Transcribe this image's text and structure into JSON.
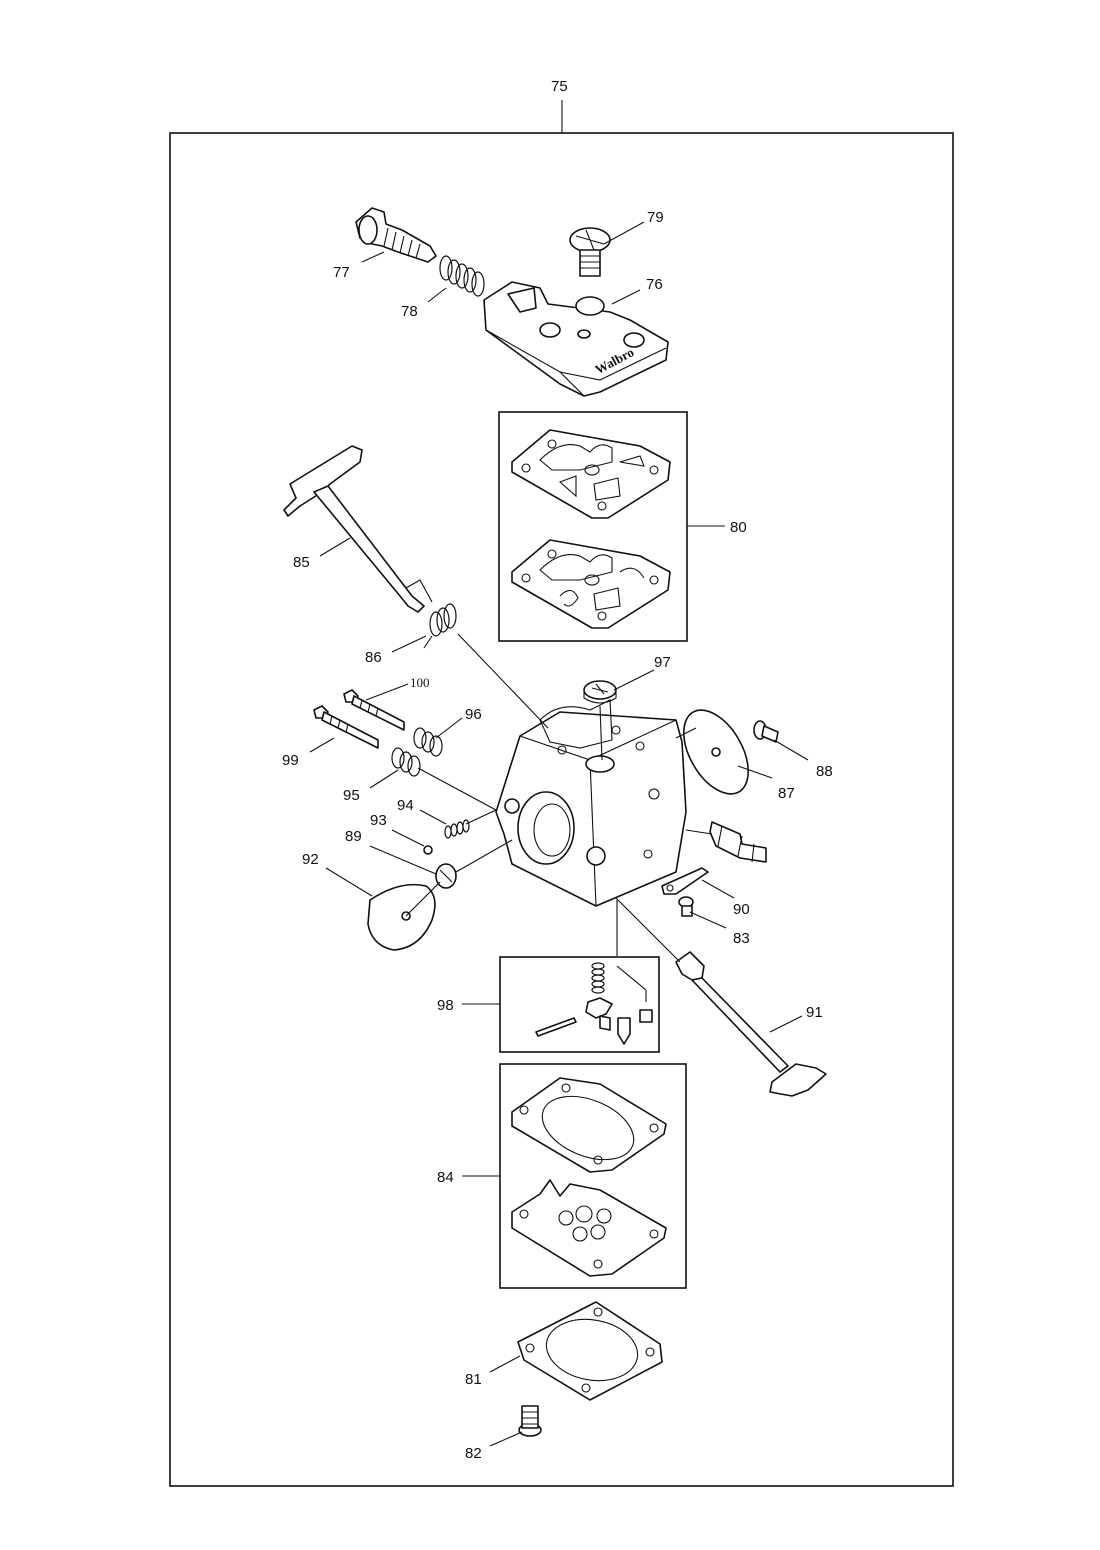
{
  "diagram": {
    "parts": [
      {
        "id": "p75",
        "label": "75"
      },
      {
        "id": "p76",
        "label": "76"
      },
      {
        "id": "p77",
        "label": "77"
      },
      {
        "id": "p78",
        "label": "78"
      },
      {
        "id": "p79",
        "label": "79"
      },
      {
        "id": "p80",
        "label": "80"
      },
      {
        "id": "p81",
        "label": "81"
      },
      {
        "id": "p82",
        "label": "82"
      },
      {
        "id": "p83",
        "label": "83"
      },
      {
        "id": "p84",
        "label": "84"
      },
      {
        "id": "p85",
        "label": "85"
      },
      {
        "id": "p86",
        "label": "86"
      },
      {
        "id": "p87",
        "label": "87"
      },
      {
        "id": "p88",
        "label": "88"
      },
      {
        "id": "p89",
        "label": "89"
      },
      {
        "id": "p90",
        "label": "90"
      },
      {
        "id": "p91",
        "label": "91"
      },
      {
        "id": "p92",
        "label": "92"
      },
      {
        "id": "p93",
        "label": "93"
      },
      {
        "id": "p94",
        "label": "94"
      },
      {
        "id": "p95",
        "label": "95"
      },
      {
        "id": "p96",
        "label": "96"
      },
      {
        "id": "p97",
        "label": "97"
      },
      {
        "id": "p98",
        "label": "98"
      },
      {
        "id": "p99",
        "label": "99"
      },
      {
        "id": "p100",
        "label": "100"
      }
    ]
  }
}
